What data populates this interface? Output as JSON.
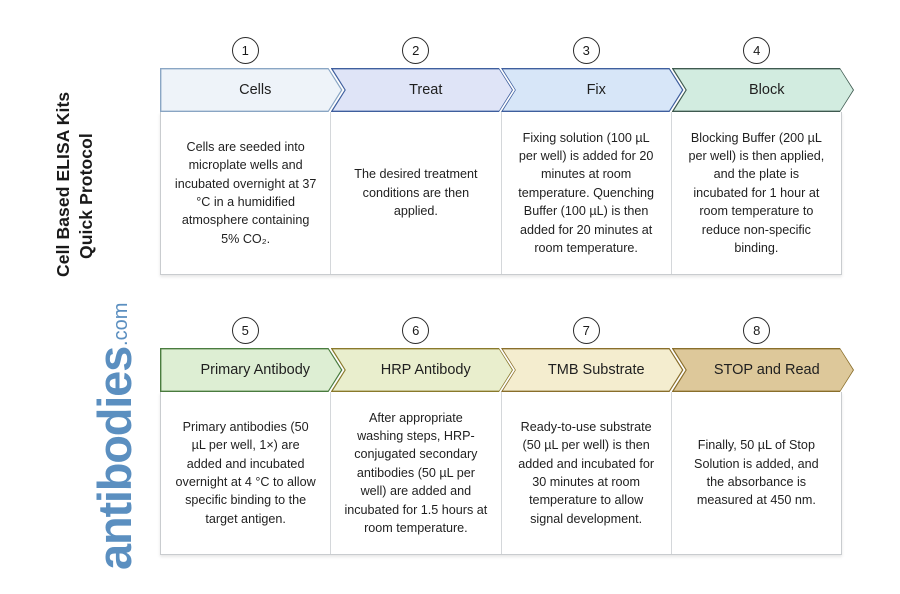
{
  "sidebar": {
    "title_line1": "Cell Based ELISA Kits",
    "title_line2": "Quick Protocol",
    "logo_brand": "antibodies",
    "logo_tld": ".com",
    "logo_color": "#5b8fc0"
  },
  "rows": [
    {
      "steps": [
        {
          "number": "1",
          "label": "Cells",
          "fill": "#eef3f9",
          "stroke": "#8aa6c4",
          "body": "Cells are seeded into microplate wells and incubated overnight at 37 °C in a humidified atmosphere containing 5% CO₂."
        },
        {
          "number": "2",
          "label": "Treat",
          "fill": "#dfe4f7",
          "stroke": "#3f5f9e",
          "body": "The desired treatment conditions are then applied."
        },
        {
          "number": "3",
          "label": "Fix",
          "fill": "#d7e6f8",
          "stroke": "#3f5f9e",
          "body": "Fixing solution (100 µL per well) is added for 20 minutes at room temperature. Quenching Buffer (100 µL) is then added for 20 minutes at room temperature."
        },
        {
          "number": "4",
          "label": "Block",
          "fill": "#d2ece0",
          "stroke": "#3f5a50",
          "body": "Blocking Buffer (200 µL per well) is then applied, and the plate is incubated for 1 hour at room temperature to reduce non-specific binding."
        }
      ]
    },
    {
      "steps": [
        {
          "number": "5",
          "label": "Primary Antibody",
          "fill": "#ddeed3",
          "stroke": "#4a7c3f",
          "body": "Primary antibodies (50 µL per well, 1×) are added and incubated overnight at 4 °C to allow specific binding to the target antigen."
        },
        {
          "number": "6",
          "label": "HRP Antibody",
          "fill": "#e9eecd",
          "stroke": "#8a7a2c",
          "body": "After appropriate washing steps, HRP-conjugated secondary antibodies (50 µL per well) are added and incubated for 1.5 hours at room temperature."
        },
        {
          "number": "7",
          "label": "TMB Substrate",
          "fill": "#f4edcf",
          "stroke": "#8a6f2c",
          "body": "Ready-to-use substrate (50 µL per well) is then added and incubated for 30 minutes at room temperature to allow signal development."
        },
        {
          "number": "8",
          "label": "STOP and Read",
          "fill": "#ddc89a",
          "stroke": "#8a6f2c",
          "body": "Finally, 50 µL of Stop Solution is added, and the absorbance is measured at 450 nm."
        }
      ]
    }
  ]
}
